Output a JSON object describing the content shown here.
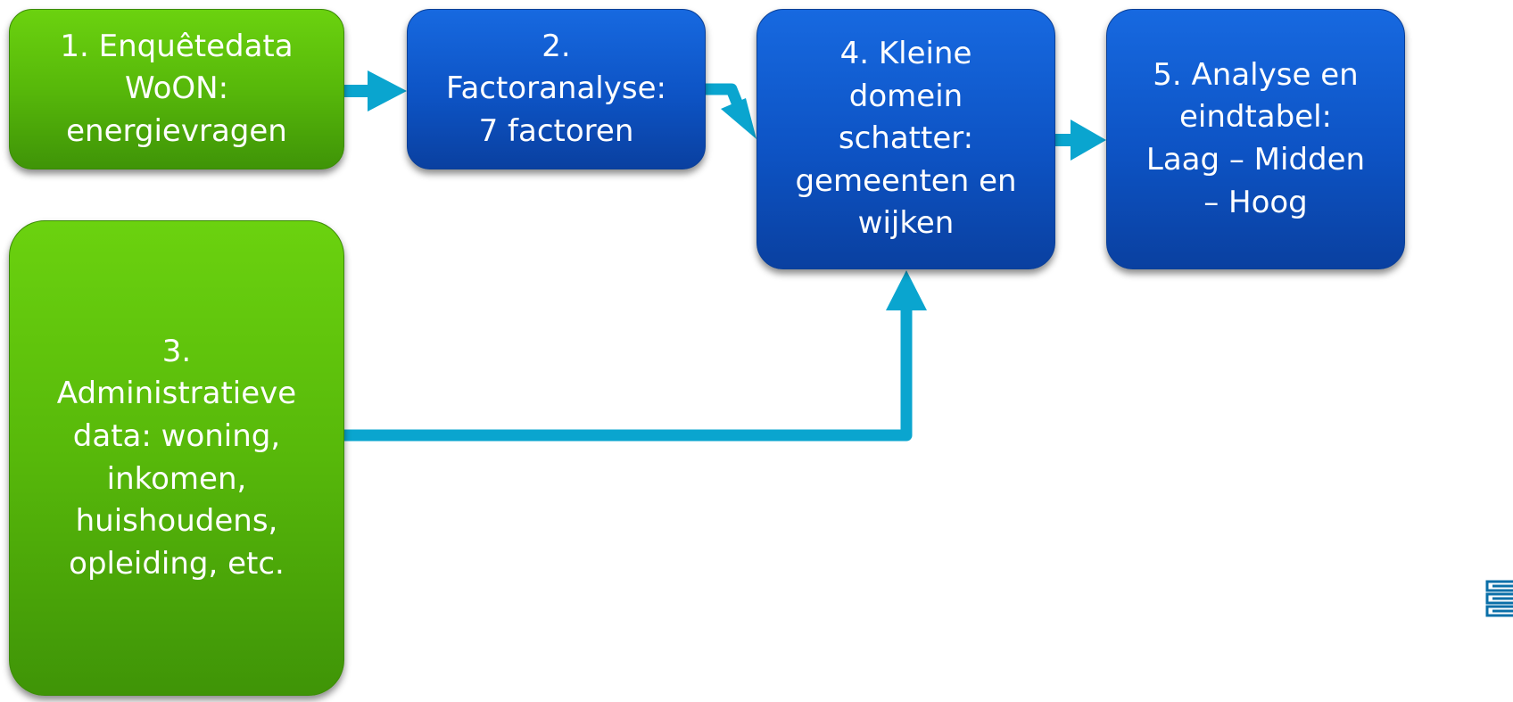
{
  "diagram": {
    "steps": [
      {
        "id": "1",
        "lines": [
          "1. Enquêtedata",
          "WoON:",
          "energievragen"
        ]
      },
      {
        "id": "2",
        "lines": [
          "2.",
          "Factoranalyse:",
          "7 factoren"
        ]
      },
      {
        "id": "3",
        "lines": [
          "3.",
          "Administratieve",
          "data: woning,",
          "inkomen,",
          "huishoudens,",
          "opleiding, etc."
        ]
      },
      {
        "id": "4",
        "lines": [
          "4. Kleine",
          "domein",
          "schatter:",
          "gemeenten en",
          "wijken"
        ]
      },
      {
        "id": "5",
        "lines": [
          "5. Analyse en",
          "eindtabel:",
          "Laag – Midden",
          "– Hoog"
        ]
      }
    ],
    "colors": {
      "data_box": "#57b80a",
      "process_box": "#0d53c4",
      "arrow": "#0aa5cf",
      "text": "#ffffff"
    },
    "logo_icon": "cbs-logo-icon"
  }
}
